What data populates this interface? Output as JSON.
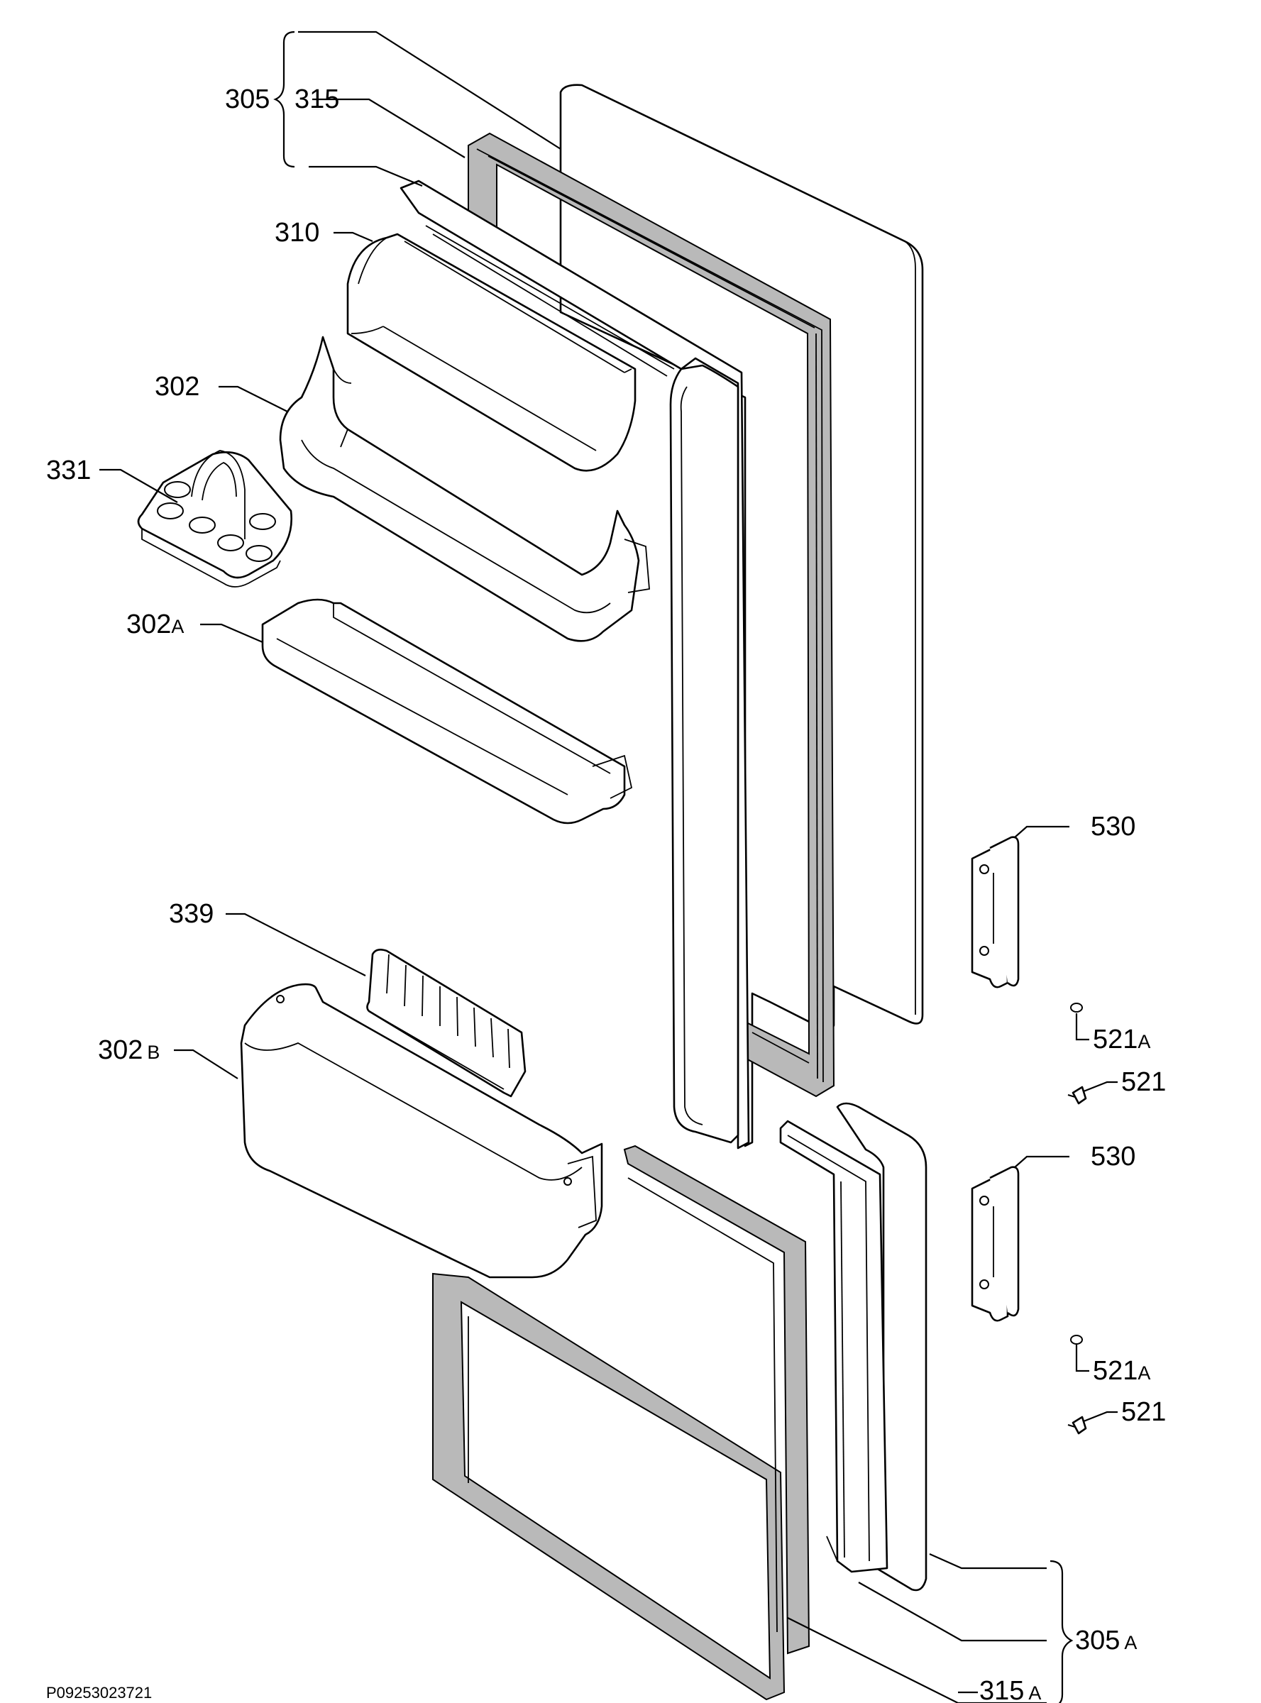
{
  "drawing_code": "P09253023721",
  "labels": {
    "l305": {
      "num": "305",
      "sfx": ""
    },
    "l315": {
      "num": "315",
      "sfx": ""
    },
    "l310": {
      "num": "310",
      "sfx": ""
    },
    "l302": {
      "num": "302",
      "sfx": ""
    },
    "l331": {
      "num": "331",
      "sfx": ""
    },
    "l302a": {
      "num": "302",
      "sfx": "A"
    },
    "l339": {
      "num": "339",
      "sfx": ""
    },
    "l302b": {
      "num": "302",
      "sfx": "B"
    },
    "l530a": {
      "num": "530",
      "sfx": ""
    },
    "l521a1": {
      "num": "521",
      "sfx": "A"
    },
    "l521_1": {
      "num": "521",
      "sfx": ""
    },
    "l530b": {
      "num": "530",
      "sfx": ""
    },
    "l521a2": {
      "num": "521",
      "sfx": "A"
    },
    "l521_2": {
      "num": "521",
      "sfx": ""
    },
    "l305a": {
      "num": "305",
      "sfx": "A"
    },
    "l315a": {
      "num": "315",
      "sfx": "A"
    }
  }
}
